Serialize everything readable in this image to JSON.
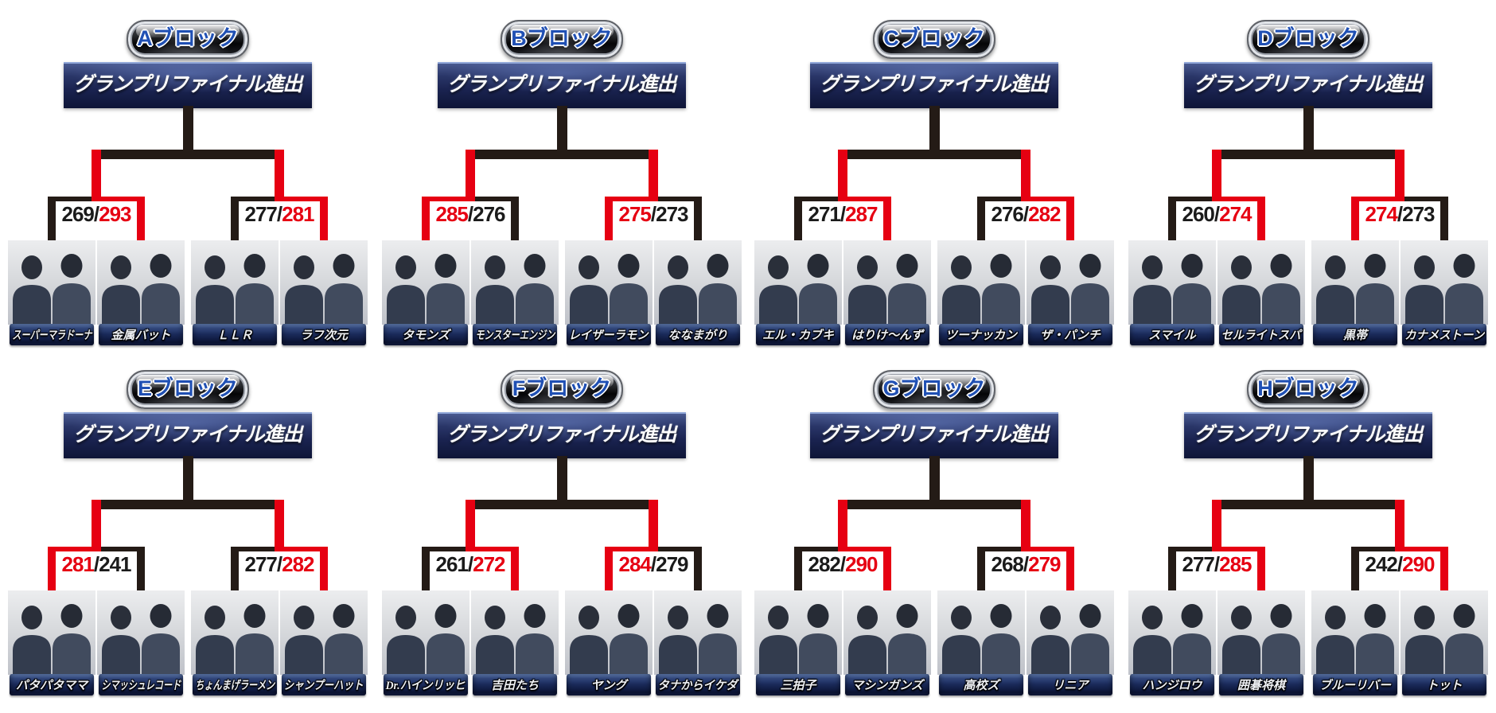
{
  "banner_label": "グランプリファイナル進出",
  "score_separator": "/",
  "colors": {
    "winner_red": "#e60012",
    "line_black": "#241b16",
    "banner_navy": "#1a2350",
    "nameplate_navy": "#1a2a5a",
    "badge_text_blue": "#2050b4",
    "background": "#ffffff"
  },
  "blocks": [
    {
      "label": "Aブロック",
      "matches": [
        {
          "left_score": "269",
          "right_score": "293",
          "winner": "right",
          "left_team": "スーパーマラドーナ",
          "right_team": "金属バット"
        },
        {
          "left_score": "277",
          "right_score": "281",
          "winner": "right",
          "left_team": "ＬＬＲ",
          "right_team": "ラフ次元"
        }
      ]
    },
    {
      "label": "Bブロック",
      "matches": [
        {
          "left_score": "285",
          "right_score": "276",
          "winner": "left",
          "left_team": "タモンズ",
          "right_team": "モンスターエンジン"
        },
        {
          "left_score": "275",
          "right_score": "273",
          "winner": "left",
          "left_team": "レイザーラモン",
          "right_team": "ななまがり"
        }
      ]
    },
    {
      "label": "Cブロック",
      "matches": [
        {
          "left_score": "271",
          "right_score": "287",
          "winner": "right",
          "left_team": "エル・カブキ",
          "right_team": "はりけ〜んず"
        },
        {
          "left_score": "276",
          "right_score": "282",
          "winner": "right",
          "left_team": "ツーナッカン",
          "right_team": "ザ・パンチ"
        }
      ]
    },
    {
      "label": "Dブロック",
      "matches": [
        {
          "left_score": "260",
          "right_score": "274",
          "winner": "right",
          "left_team": "スマイル",
          "right_team": "セルライトスパ"
        },
        {
          "left_score": "274",
          "right_score": "273",
          "winner": "left",
          "left_team": "黒帯",
          "right_team": "カナメストーン"
        }
      ]
    },
    {
      "label": "Eブロック",
      "matches": [
        {
          "left_score": "281",
          "right_score": "241",
          "winner": "left",
          "left_team": "パタパタママ",
          "right_team": "シマッシュレコード"
        },
        {
          "left_score": "277",
          "right_score": "282",
          "winner": "right",
          "left_team": "ちょんまげラーメン",
          "right_team": "シャンプーハット"
        }
      ]
    },
    {
      "label": "Fブロック",
      "matches": [
        {
          "left_score": "261",
          "right_score": "272",
          "winner": "right",
          "left_team": "Dr.ハインリッヒ",
          "right_team": "吉田たち"
        },
        {
          "left_score": "284",
          "right_score": "279",
          "winner": "left",
          "left_team": "ヤング",
          "right_team": "タナからイケダ"
        }
      ]
    },
    {
      "label": "Gブロック",
      "matches": [
        {
          "left_score": "282",
          "right_score": "290",
          "winner": "right",
          "left_team": "三拍子",
          "right_team": "マシンガンズ"
        },
        {
          "left_score": "268",
          "right_score": "279",
          "winner": "right",
          "left_team": "高校ズ",
          "right_team": "リニア"
        }
      ]
    },
    {
      "label": "Hブロック",
      "matches": [
        {
          "left_score": "277",
          "right_score": "285",
          "winner": "right",
          "left_team": "ハンジロウ",
          "right_team": "囲碁将棋"
        },
        {
          "left_score": "242",
          "right_score": "290",
          "winner": "right",
          "left_team": "ブルーリバー",
          "right_team": "トット"
        }
      ]
    }
  ]
}
